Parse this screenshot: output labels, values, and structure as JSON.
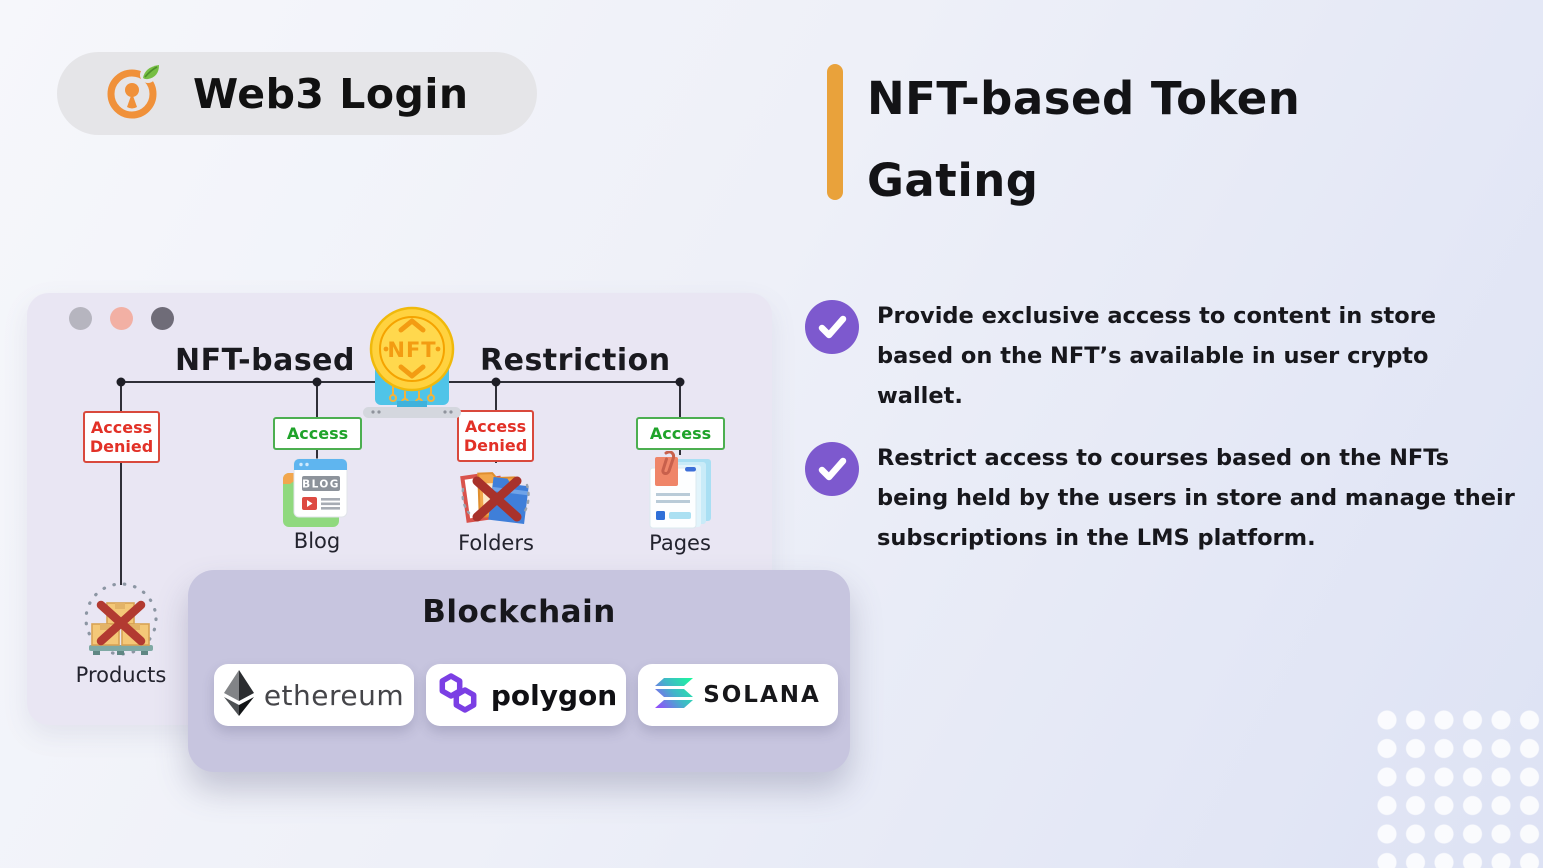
{
  "badge": {
    "label": "Web3 Login"
  },
  "title": {
    "text": "NFT-based Token Gating"
  },
  "features": [
    {
      "text": "Provide exclusive access to content in store based on the NFT’s available in user crypto wallet."
    },
    {
      "text": "Restrict access to courses based on the NFTs being held by the users in store and manage their subscriptions in the LMS platform."
    }
  ],
  "diagram": {
    "heading_left": "NFT-based",
    "heading_right": "Restriction",
    "coin_label": "NFT",
    "blog_icon_text": "BLOG",
    "branches": [
      {
        "status": "Access Denied",
        "target": "Products"
      },
      {
        "status": "Access",
        "target": "Blog"
      },
      {
        "status": "Access Denied",
        "target": "Folders"
      },
      {
        "status": "Access",
        "target": "Pages"
      }
    ]
  },
  "blockchain": {
    "title": "Blockchain",
    "chains": [
      {
        "name": "ethereum"
      },
      {
        "name": "polygon"
      },
      {
        "name": "SOLANA"
      }
    ]
  },
  "colors": {
    "accent_orange": "#E9A23B",
    "check_purple": "#7D59CE",
    "denied_red": "#E23127",
    "access_green": "#1FA32A",
    "badge_icon_orange": "#F0913A",
    "leaf_green": "#76BE43",
    "coin_gold": "#FFD23F",
    "laptop_blue": "#4FC4E8",
    "polygon_purple": "#7B3FE4",
    "ethereum_gray": "#454549",
    "solana_gradient_start": "#19FB9B",
    "solana_gradient_end": "#9945FF",
    "card_lavender": "#E9E6F3",
    "blockchain_lavender": "#C7C5DF"
  }
}
